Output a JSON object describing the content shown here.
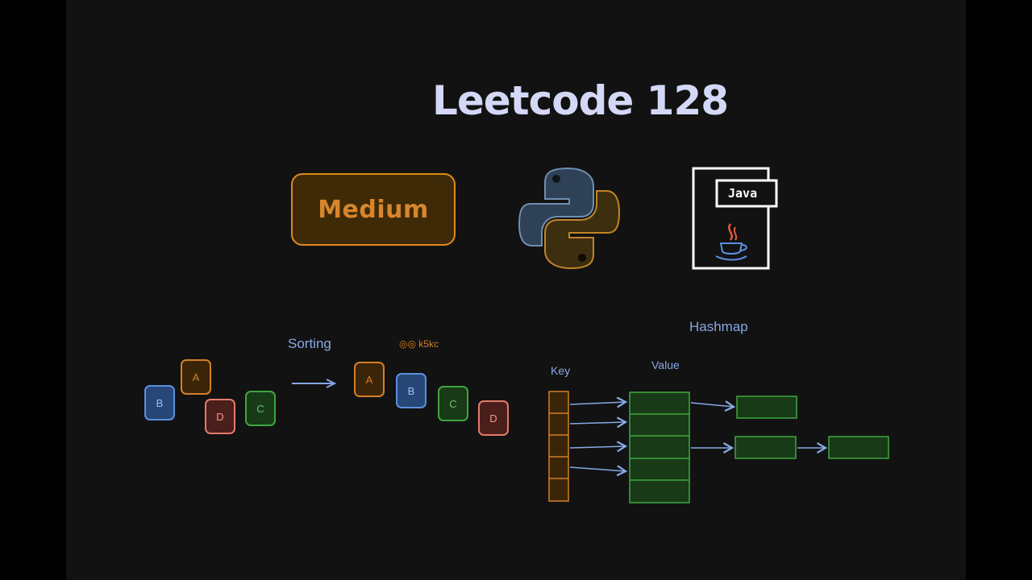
{
  "title": "Leetcode 128",
  "difficulty": "Medium",
  "java_file_label": "Java",
  "sorting": {
    "label": "Sorting",
    "watermark": "k5kc",
    "before": [
      "B",
      "A",
      "D",
      "C"
    ],
    "after": [
      "A",
      "B",
      "C",
      "D"
    ]
  },
  "hashmap": {
    "label": "Hashmap",
    "key_label": "Key",
    "value_label": "Value",
    "key_slots": 5,
    "value_slots": 5
  },
  "colors": {
    "background": "#121212",
    "title": "#d4d8f7",
    "orange": "#d57f25",
    "blue": "#5b8fe0",
    "green": "#3fa63f",
    "red": "#e57a6c",
    "label_blue": "#87a9e6"
  },
  "icons": [
    "python-logo-icon",
    "java-file-icon",
    "coffee-cup-icon",
    "arrow-right-icon"
  ]
}
